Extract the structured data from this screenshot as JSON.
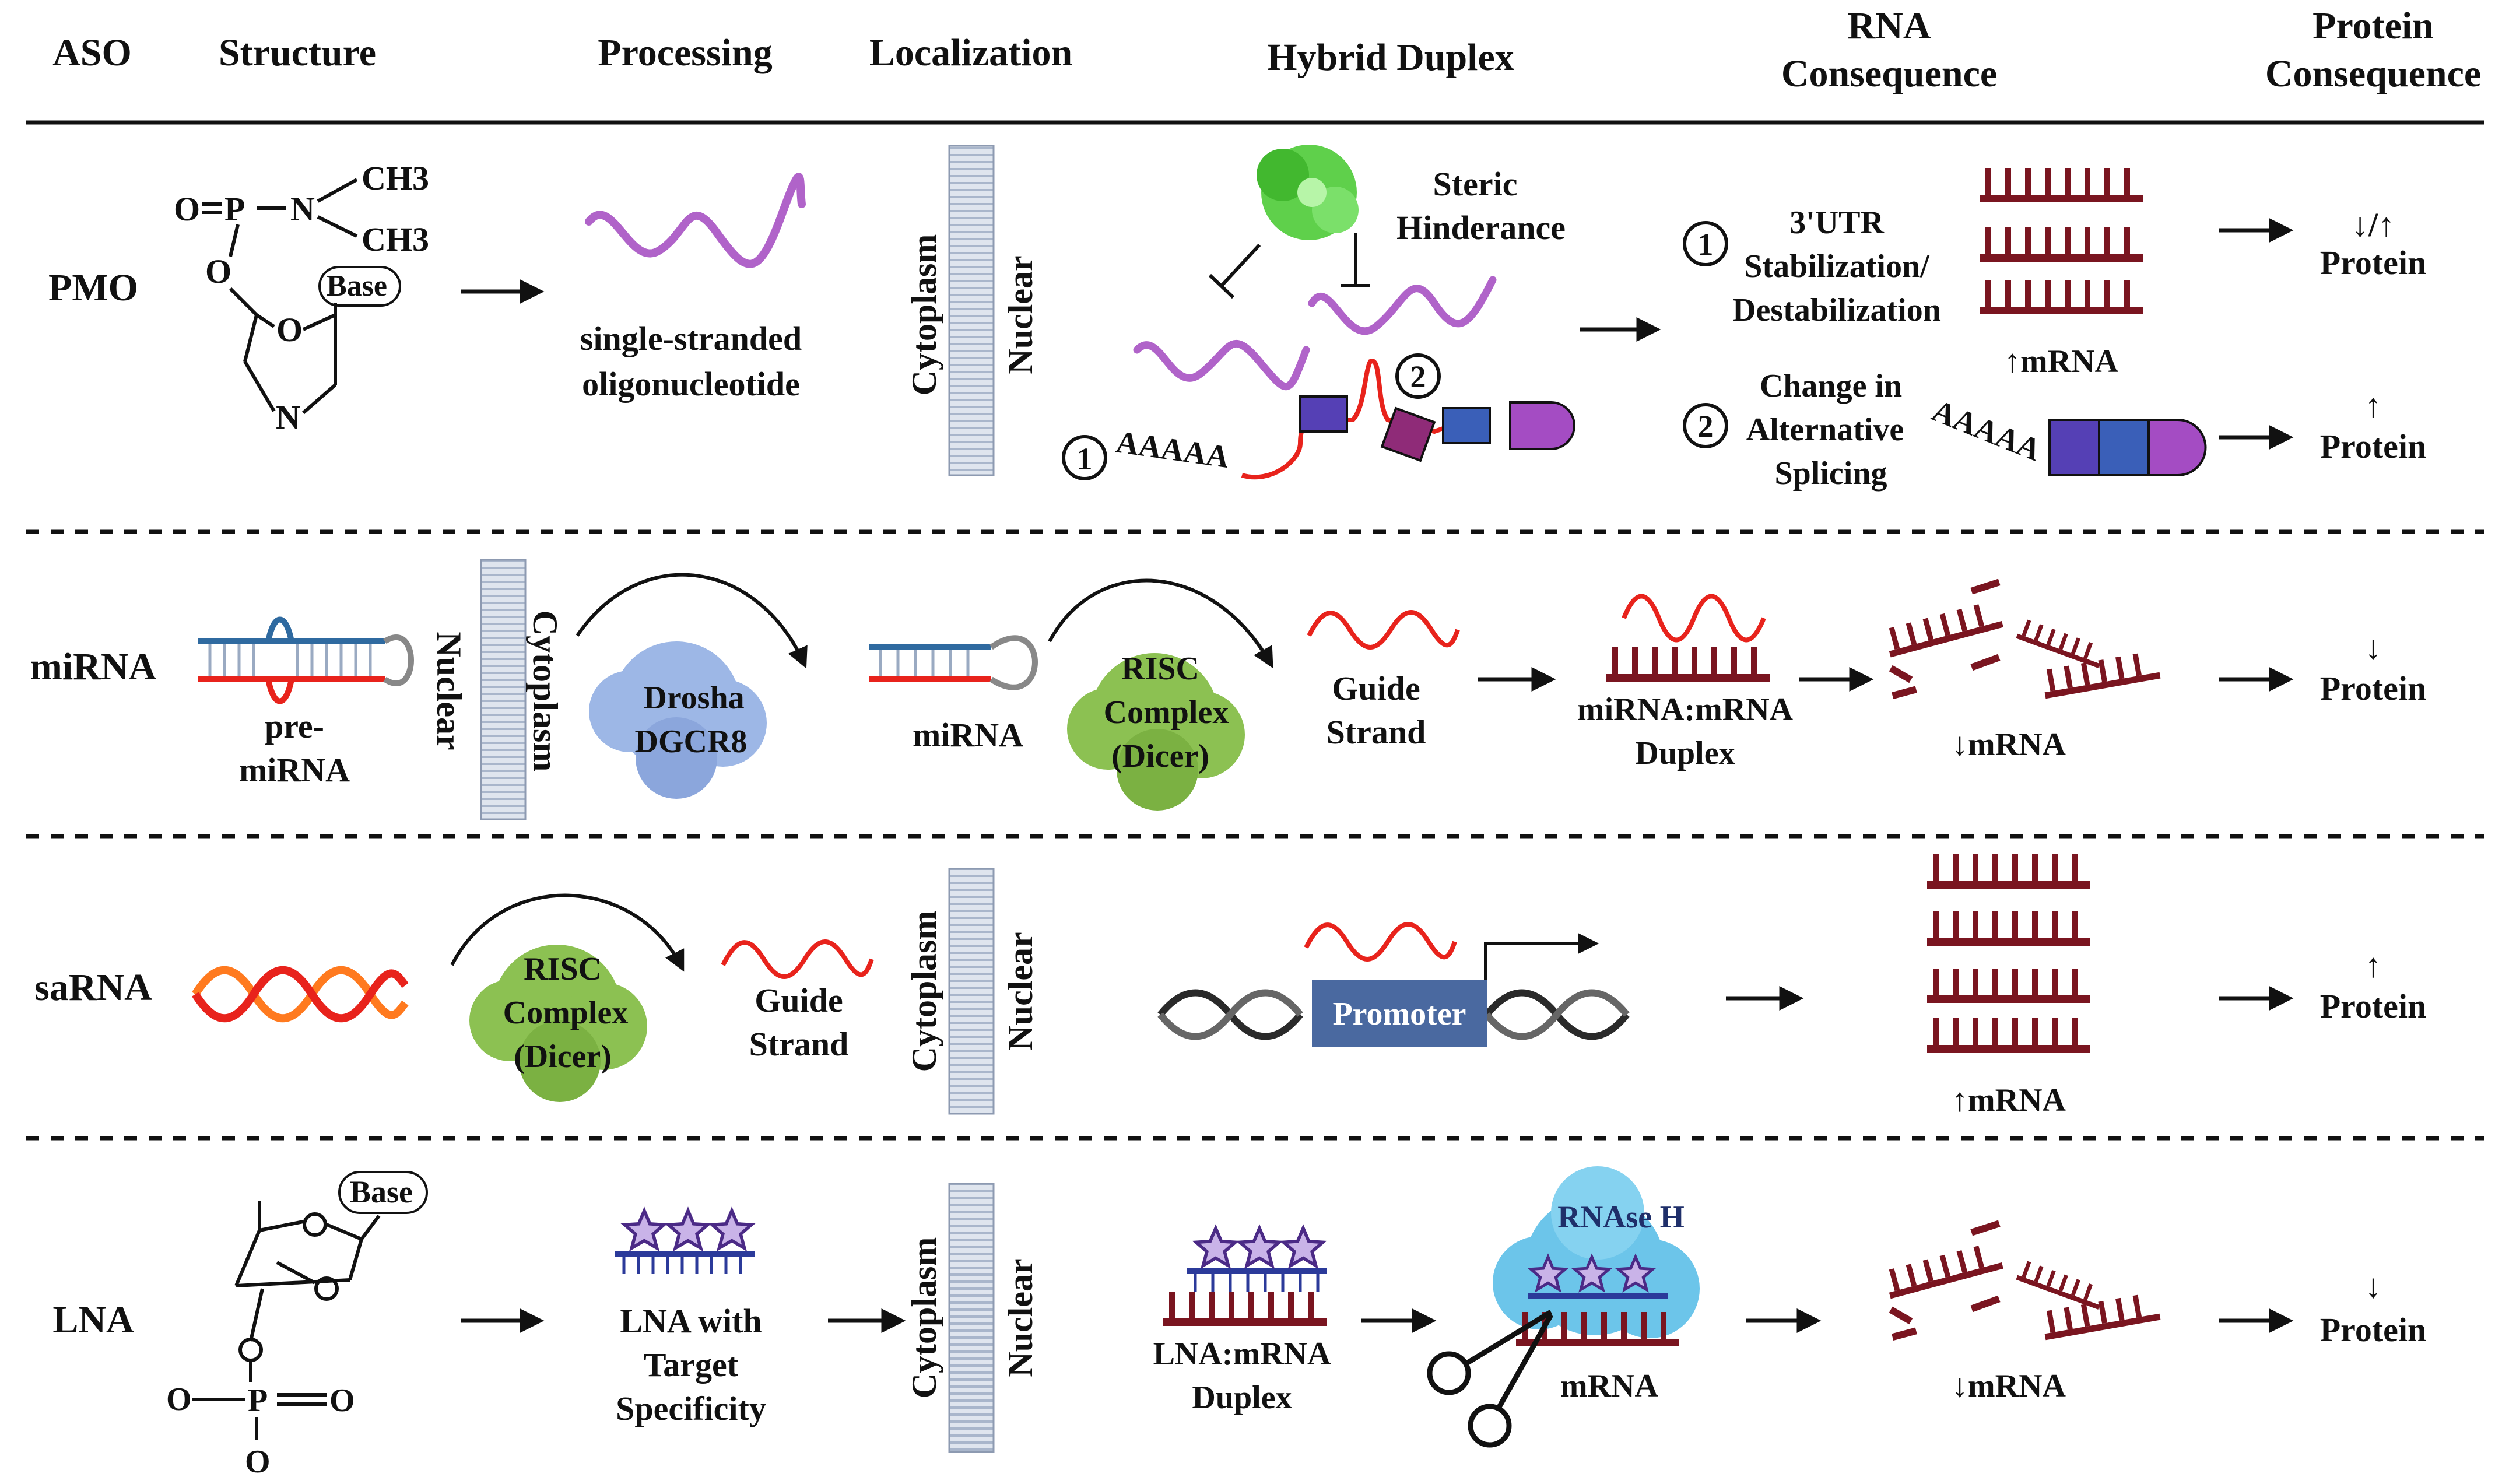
{
  "header": {
    "aso": "ASO",
    "structure": "Structure",
    "processing": "Processing",
    "localization": "Localization",
    "hybrid_duplex": "Hybrid Duplex",
    "rna_consequence": [
      "RNA",
      "Consequence"
    ],
    "protein_consequence": [
      "Protein",
      "Consequence"
    ]
  },
  "colors": {
    "aso_purple": "#b063c9",
    "rna_red": "#e8231c",
    "mrna_dark": "#7a1520",
    "green_protein": "#5fd04b",
    "risc_green": "#8cc152",
    "drosha_blue": "#9db7e6",
    "rnase_cyan": "#6cc5ea",
    "promoter_blue": "#4a69a0",
    "exon_blue": "#3a5fb8",
    "exon_purple": "#8f2b78",
    "membrane": "#c5cede"
  },
  "rows": {
    "pmo": {
      "label": "PMO",
      "structure": {
        "o": "O",
        "p": "P",
        "n": "N",
        "ch3_top": "CH3",
        "ch3_bottom": "CH3",
        "o_link": "O",
        "base": "Base",
        "ring_o": "O",
        "ring_n": "N"
      },
      "processing": [
        "single-stranded",
        "oligonucleotide"
      ],
      "loc_cytoplasm": "Cytoplasm",
      "loc_nuclear": "Nuclear",
      "duplex": {
        "steric": [
          "Steric",
          "Hinderance"
        ],
        "marker1": "1",
        "marker2": "2",
        "polya": "AAAAA"
      },
      "rna": {
        "marker1": "1",
        "stab": [
          "3'UTR",
          "Stabilization/",
          "Destabilization"
        ],
        "mrna": "↑mRNA",
        "marker2": "2",
        "splice": [
          "Change in",
          "Alternative",
          "Splicing"
        ],
        "polya": "AAAAA"
      },
      "protein_symbol": "↓/↑",
      "protein_word": "Protein",
      "protein2_symbol": "↑",
      "protein2_word": "Protein"
    },
    "mirna": {
      "label": "miRNA",
      "pre": [
        "pre-",
        "miRNA"
      ],
      "loc_nuclear": "Nuclear",
      "loc_cytoplasm": "Cytoplasm",
      "drosha": [
        "Drosha",
        "DGCR8"
      ],
      "mirna_label": "miRNA",
      "risc": [
        "RISC",
        "Complex",
        "(Dicer)"
      ],
      "guide": [
        "Guide",
        "Strand"
      ],
      "duplex": [
        "miRNA:mRNA",
        "Duplex"
      ],
      "mrna": "↓mRNA",
      "protein_symbol": "↓",
      "protein_word": "Protein"
    },
    "sarna": {
      "label": "saRNA",
      "risc": [
        "RISC",
        "Complex",
        "(Dicer)"
      ],
      "guide": [
        "Guide",
        "Strand"
      ],
      "loc_cytoplasm": "Cytoplasm",
      "loc_nuclear": "Nuclear",
      "promoter": "Promoter",
      "mrna": "↑mRNA",
      "protein_symbol": "↑",
      "protein_word": "Protein"
    },
    "lna": {
      "label": "LNA",
      "structure": {
        "base": "Base",
        "o_minus": "O",
        "p": "P",
        "o_double": "O",
        "o_bottom": "O"
      },
      "processing": [
        "LNA with",
        "Target",
        "Specificity"
      ],
      "loc_cytoplasm": "Cytoplasm",
      "loc_nuclear": "Nuclear",
      "duplex": [
        "LNA:mRNA",
        "Duplex"
      ],
      "rnase": "RNAse H",
      "rnase_mrna": "mRNA",
      "mrna": "↓mRNA",
      "protein_symbol": "↓",
      "protein_word": "Protein"
    }
  }
}
